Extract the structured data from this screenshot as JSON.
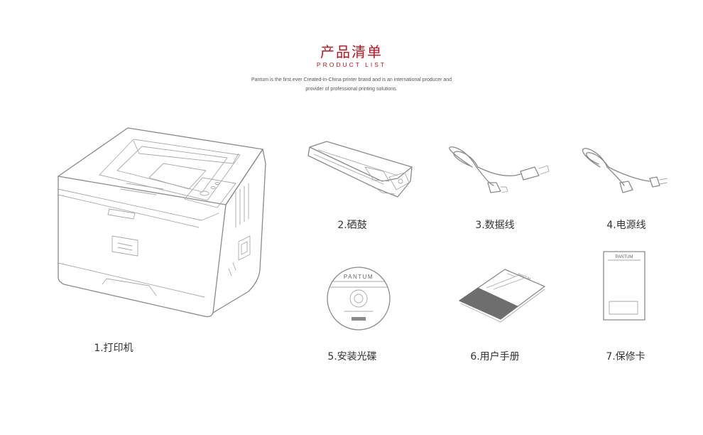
{
  "header": {
    "title": "产品清单",
    "subtitle": "PRODUCT LIST",
    "description_line1": "Pantum is the first ever Created-in-China printer brand and is an international producer and",
    "description_line2": "provider of professional printing solutions."
  },
  "items": [
    {
      "label": "1.打印机",
      "icon": "printer-icon"
    },
    {
      "label": "2.硒鼓",
      "icon": "toner-cartridge-icon"
    },
    {
      "label": "3.数据线",
      "icon": "usb-cable-icon"
    },
    {
      "label": "4.电源线",
      "icon": "power-cord-icon"
    },
    {
      "label": "5.安装光碟",
      "icon": "install-cd-icon"
    },
    {
      "label": "6.用户手册",
      "icon": "user-manual-icon"
    },
    {
      "label": "7.保修卡",
      "icon": "warranty-card-icon"
    }
  ],
  "brand_marks": {
    "cd_brand": "PANTUM",
    "card_brand": "PANTUM",
    "manual_brand": "PANTUM"
  },
  "colors": {
    "accent": "#c8101a",
    "line_art": "#8a8a8a",
    "manual_dark": "#6e6e6e"
  }
}
